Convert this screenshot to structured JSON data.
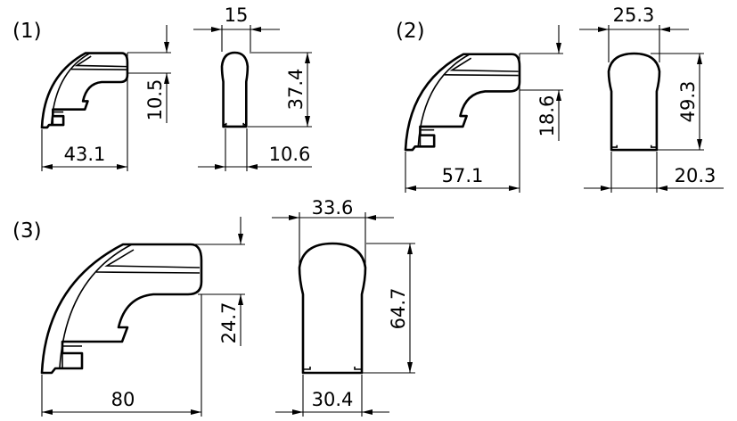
{
  "variants": [
    {
      "label": "(1)",
      "side": {
        "length": "43.1",
        "handle_height": "10.5"
      },
      "front": {
        "top_width": "15",
        "height": "37.4",
        "bottom_width": "10.6"
      }
    },
    {
      "label": "(2)",
      "side": {
        "length": "57.1",
        "handle_height": "18.6"
      },
      "front": {
        "top_width": "25.3",
        "height": "49.3",
        "bottom_width": "20.3"
      }
    },
    {
      "label": "(3)",
      "side": {
        "length": "80",
        "handle_height": "24.7"
      },
      "front": {
        "top_width": "33.6",
        "height": "64.7",
        "bottom_width": "30.4"
      }
    }
  ],
  "colors": {
    "line": "#000000",
    "background": "#ffffff"
  }
}
